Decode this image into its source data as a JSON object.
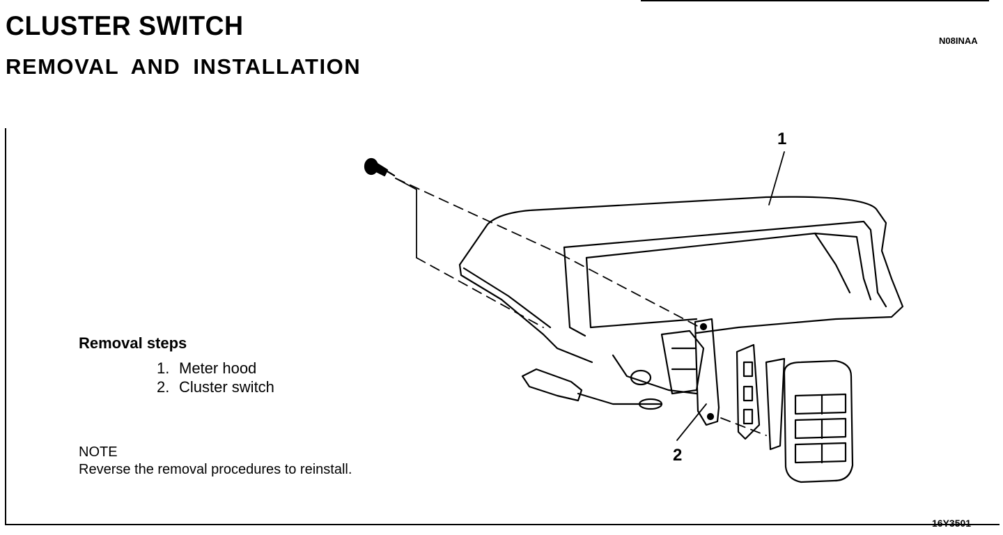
{
  "header": {
    "title": "CLUSTER SWITCH",
    "subtitle": "REMOVAL AND INSTALLATION",
    "doc_code": "N08INAA"
  },
  "removal": {
    "heading": "Removal steps",
    "steps": [
      {
        "num": "1.",
        "label": "Meter hood"
      },
      {
        "num": "2.",
        "label": "Cluster switch"
      }
    ]
  },
  "note": {
    "label": "NOTE",
    "text": "Reverse the removal procedures to reinstall."
  },
  "figure": {
    "callouts": [
      "1",
      "2"
    ],
    "code": "16Y3501"
  }
}
